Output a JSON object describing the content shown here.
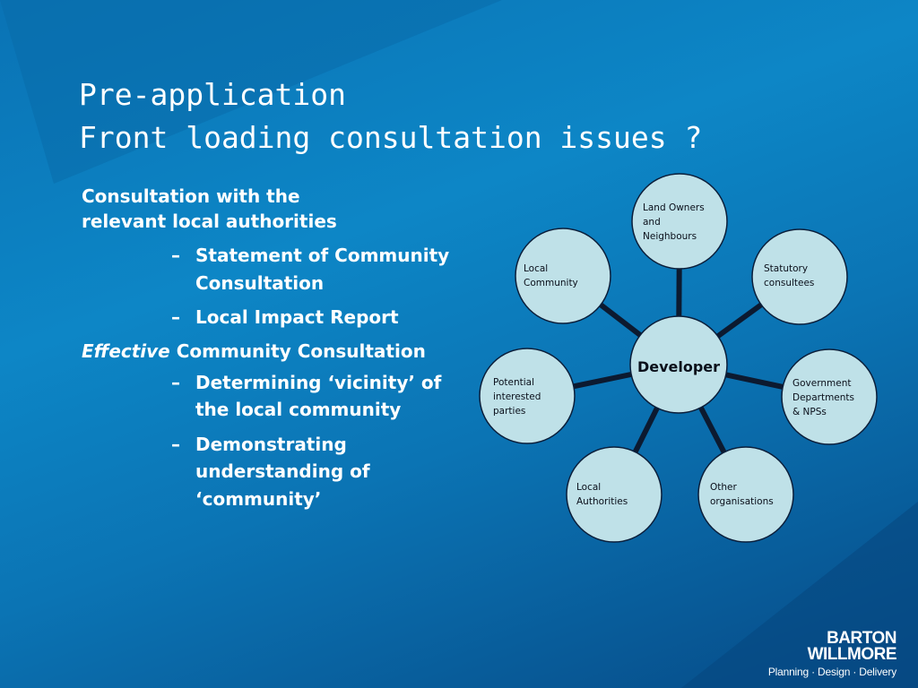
{
  "title": {
    "line1": "Pre-application",
    "line2": "Front loading consultation issues ?"
  },
  "left_text": {
    "p1_line1": "Consultation with the",
    "p1_line2": "relevant local authorities",
    "p1_bullets": [
      "Statement of Community Consultation",
      "Local Impact Report"
    ],
    "p2_em": "Effective",
    "p2_rest": "Community Consultation",
    "p2_bullets": [
      "Determining ‘vicinity’ of the local community",
      "Demonstrating understanding of ‘community’"
    ],
    "dash": "–"
  },
  "diagram": {
    "center": "Developer",
    "nodes": [
      {
        "id": "land-owners",
        "lines": [
          "Land Owners",
          "and",
          "Neighbours"
        ]
      },
      {
        "id": "statutory-consultees",
        "lines": [
          "Statutory",
          "consultees"
        ]
      },
      {
        "id": "government-departments",
        "lines": [
          "Government",
          "Departments",
          "& NPSs"
        ]
      },
      {
        "id": "other-organisations",
        "lines": [
          "Other",
          "organisations"
        ]
      },
      {
        "id": "local-authorities",
        "lines": [
          "Local",
          "Authorities"
        ]
      },
      {
        "id": "potential-parties",
        "lines": [
          "Potential",
          "interested",
          " parties"
        ]
      },
      {
        "id": "local-community",
        "lines": [
          "Local",
          "Community"
        ]
      }
    ],
    "colors": {
      "node_fill": "#bfe1e8",
      "node_stroke": "#0b1e3a",
      "connector": "#0c1a30"
    }
  },
  "logo": {
    "line1": "BARTON",
    "line2": "WILLMORE",
    "tagline": "Planning · Design · Delivery"
  },
  "theme": {
    "background": "#0d86c6",
    "text": "#ffffff"
  }
}
